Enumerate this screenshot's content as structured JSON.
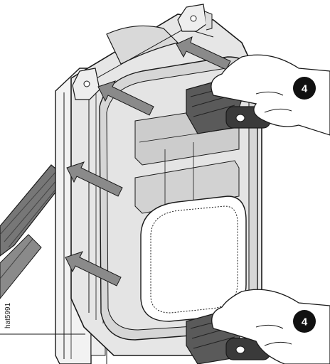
{
  "figure": {
    "id": "hat5991",
    "step_callouts": [
      "4",
      "4"
    ]
  },
  "colors": {
    "outline": "#1a1a1a",
    "frame_fill": "#e6e6e6",
    "frame_shade": "#cfcfcf",
    "arrow_fill": "#8a8a8a",
    "hand_fill": "#ffffff",
    "handle_dark": "#3a3a3a",
    "cable_fill": "#777777",
    "callout_fill": "#111111"
  }
}
